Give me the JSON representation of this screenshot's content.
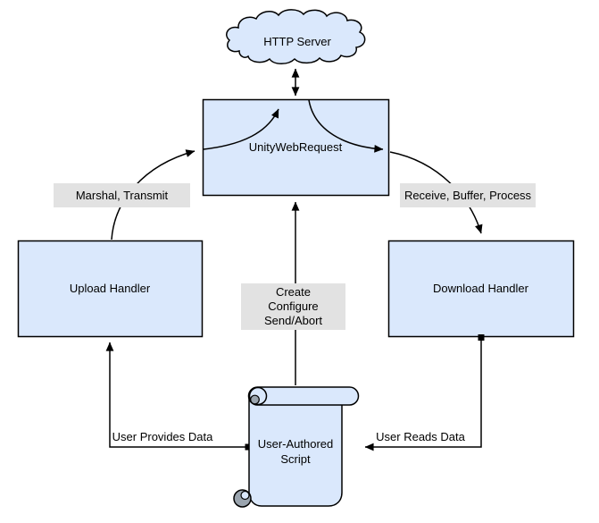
{
  "diagram": {
    "nodes": {
      "http_server": "HTTP Server",
      "unity_web_request": "UnityWebRequest",
      "upload_handler": "Upload Handler",
      "download_handler": "Download Handler",
      "user_authored_script": "User-Authored\nScript"
    },
    "edge_labels": {
      "marshal_transmit": "Marshal, Transmit",
      "receive_buffer_process": "Receive, Buffer, Process",
      "create_configure_send_abort": "Create\nConfigure\nSend/Abort",
      "user_provides_data": "User Provides Data",
      "user_reads_data": "User Reads Data"
    },
    "colors": {
      "shape_fill": "#dae8fc",
      "shape_stroke": "#000000",
      "edge_color": "#000000",
      "label_background": "#e2e2e2",
      "scroll_curl_shade": "#9aa4ae",
      "text": "#000000"
    }
  }
}
